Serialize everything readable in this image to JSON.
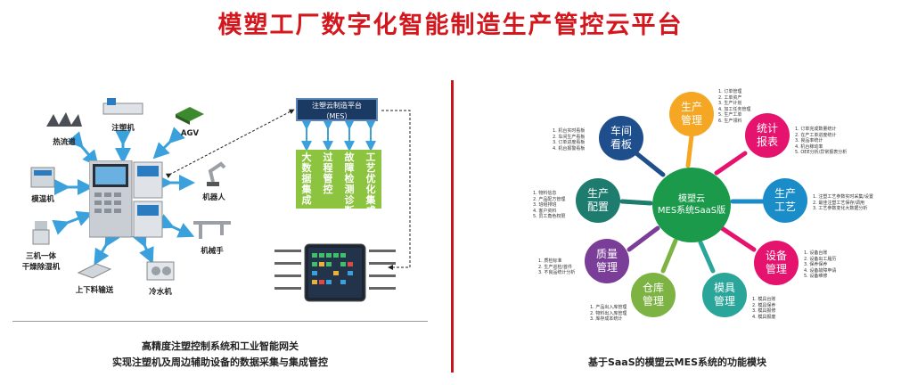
{
  "header": {
    "title": "模塑工厂数字化智能制造生产管控云平台"
  },
  "left_panel": {
    "devices": [
      {
        "id": "hot_runner",
        "label": "热流道"
      },
      {
        "id": "molding_machine",
        "label": "注塑机"
      },
      {
        "id": "agv",
        "label": "AGV"
      },
      {
        "id": "mold_temp",
        "label": "模温机"
      },
      {
        "id": "robot",
        "label": "机器人"
      },
      {
        "id": "dryer",
        "label": "三机一体\n干燥除湿机"
      },
      {
        "id": "manipulator",
        "label": "机械手"
      },
      {
        "id": "conveyor",
        "label": "上下料输送"
      },
      {
        "id": "chiller",
        "label": "冷水机"
      }
    ],
    "mes_box": {
      "line1": "注塑云制造平台",
      "line2": "（MES）"
    },
    "mes_bars": [
      "大数据集成",
      "过程管控",
      "故障检测诊断",
      "工艺优化集成"
    ],
    "caption_line1": "高精度注塑控制系统和工业智能网关",
    "caption_line2": "实现注塑机及周边辅助设备的数据采集与集成管控"
  },
  "right_panel": {
    "hub": {
      "line1": "模塑云",
      "line2": "MES系统SaaS版"
    },
    "caption": "基于SaaS的模塑云MES系统的功能模块",
    "modules": [
      {
        "name": "生产管理",
        "color": "#f5a623",
        "items": [
          "1. 订单管理",
          "2. 工单资产",
          "3. 生产计划",
          "4. 加工任务管理",
          "5. 生产工单",
          "6. 生产领料"
        ]
      },
      {
        "name": "统计报表",
        "color": "#e6136e",
        "items": [
          "1. 订单完成数量统计",
          "2. 在产工单进度统计",
          "3. 良品率统计",
          "4. 机台稼动率",
          "5. OEE分析/异常报表分析"
        ]
      },
      {
        "name": "生产工艺",
        "color": "#1a8cc8",
        "items": [
          "1. 注塑工艺参数实时采集/设置",
          "2. 最佳注塑工艺保存/调用",
          "3. 工艺参数变化大数据分析"
        ]
      },
      {
        "name": "设备管理",
        "color": "#e6136e",
        "items": [
          "1. 设备台账",
          "2. 设备出工履历",
          "3. 保养保养",
          "4. 设备故障申请",
          "5. 设备维修"
        ]
      },
      {
        "name": "模具管理",
        "color": "#2aa59a",
        "items": [
          "1. 模具台账",
          "2. 模具保养",
          "3. 模具报修",
          "4. 模具报废"
        ]
      },
      {
        "name": "仓库管理",
        "color": "#7cb342",
        "items": [
          "1. 产品出入库管理",
          "2. 物料出入库管理",
          "3. 库存成本统计"
        ]
      },
      {
        "name": "质量管理",
        "color": "#7a3d98",
        "items": [
          "1. 质检标准",
          "2. 生产巡检/首件",
          "3. 不良品统计分析"
        ]
      },
      {
        "name": "生产配置",
        "color": "#1e7c6f",
        "items": [
          "1. 物料信息",
          "2. 产品配方管理",
          "3. 班组排班",
          "4. 客户资料",
          "5. 员工角色权限"
        ]
      },
      {
        "name": "车间看板",
        "color": "#1e4f8c",
        "items": [
          "1. 机台实时看板",
          "2. 车间生产看板",
          "3. 订单进度看板",
          "4. 机台报警看板"
        ]
      }
    ]
  },
  "colors": {
    "title_red": "#d4161d",
    "divider_red": "#c8141b",
    "hub_green": "#1a9a4a",
    "arrow_blue": "#3aa1dd",
    "bar_green": "#8cc43f",
    "mes_navy": "#1b3a63"
  },
  "icons": [
    "hot-runner-icon",
    "molding-machine-icon",
    "agv-icon",
    "mold-temp-icon",
    "robot-arm-icon",
    "dryer-icon",
    "manipulator-icon",
    "conveyor-icon",
    "chiller-icon",
    "controller-cabinet-icon",
    "dashboard-tablet-icon"
  ]
}
